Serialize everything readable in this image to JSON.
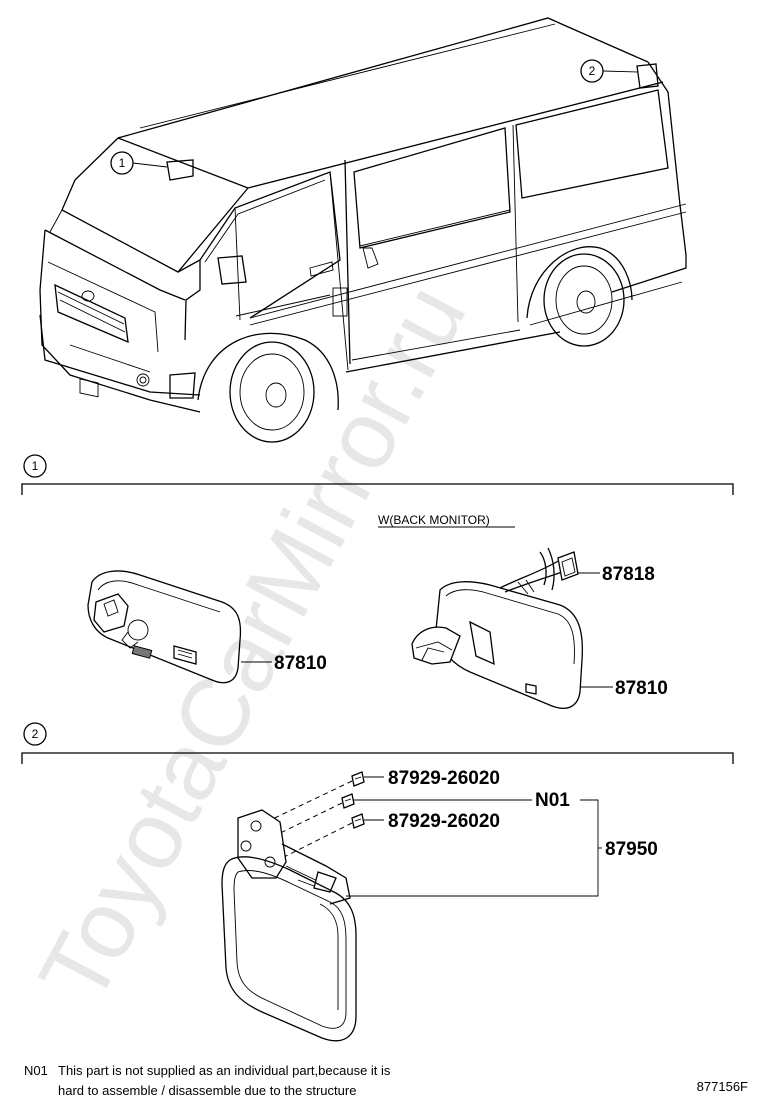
{
  "watermark": "ToyotaCarMirror.ru",
  "overview": {
    "callouts": [
      "1",
      "2"
    ]
  },
  "section_1": {
    "number": "1",
    "condition": "W(BACK MONITOR)",
    "parts": {
      "mirror_std": "87810",
      "wire": "87818",
      "mirror_monitor": "87810"
    }
  },
  "section_2": {
    "number": "2",
    "parts": {
      "screw_top": "87929-26020",
      "screw_mid": "N01",
      "screw_bottom": "87929-26020",
      "assembly": "87950"
    }
  },
  "footer": {
    "note_code": "N01",
    "note_line1": "This part is not supplied as an individual part,because it is",
    "note_line2": "hard to assemble / disassemble due to the structure",
    "diagram_id": "877156F"
  }
}
